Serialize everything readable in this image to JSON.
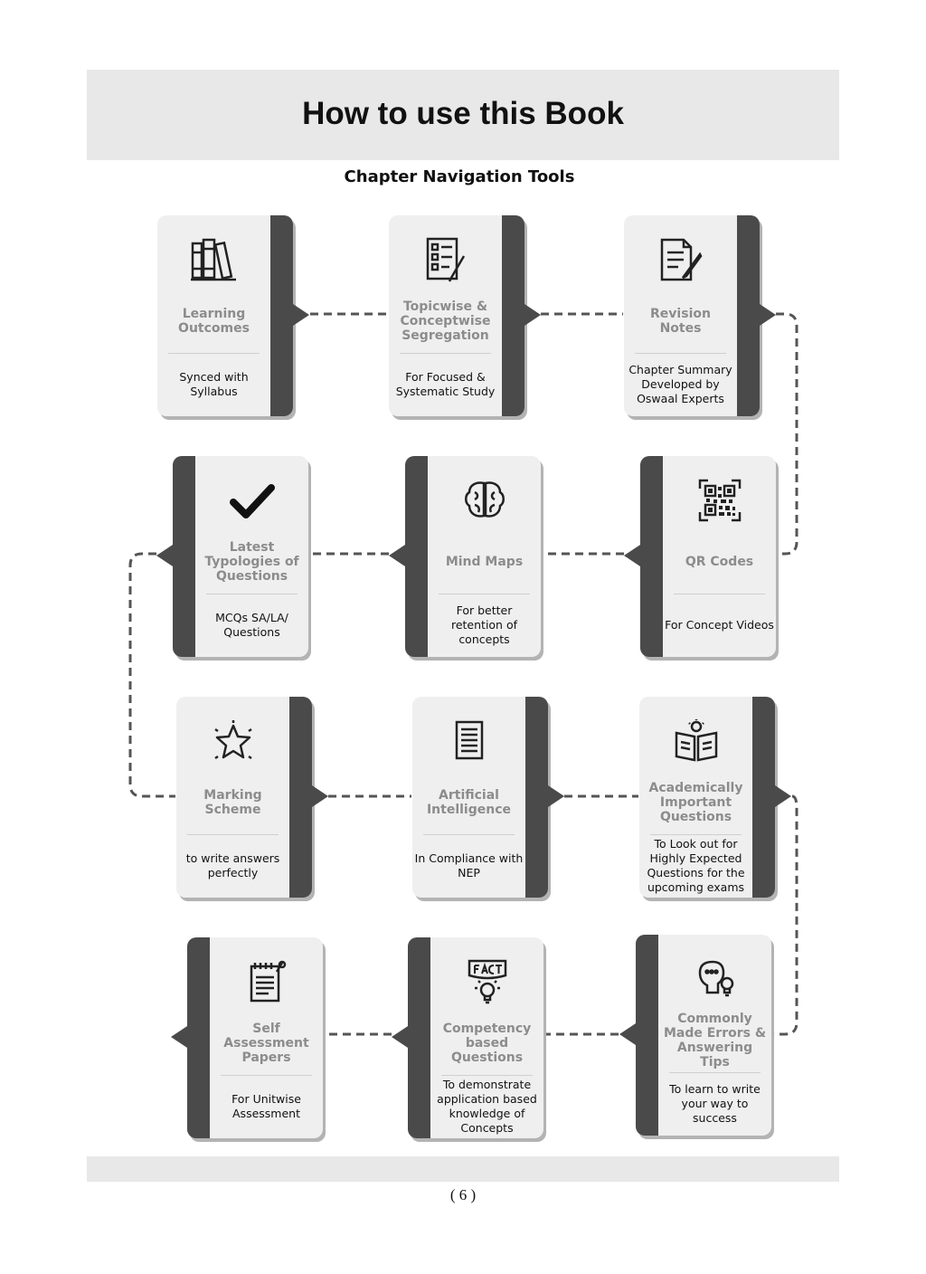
{
  "header": {
    "title": "How to use this Book",
    "subtitle": "Chapter Navigation Tools"
  },
  "cards": [
    {
      "label": "Learning Outcomes",
      "desc": "Synced with Syllabus",
      "icon": "books-icon"
    },
    {
      "label": "Topicwise & Conceptwise Segregation",
      "desc": "For Focused & Systematic Study",
      "icon": "checklist-icon"
    },
    {
      "label": "Revision Notes",
      "desc": "Chapter Summary Developed by Oswaal Experts",
      "icon": "notes-pen-icon"
    },
    {
      "label": "Latest Typologies of Questions",
      "desc": "MCQs SA/LA/ Questions",
      "icon": "check-mark-icon"
    },
    {
      "label": "Mind Maps",
      "desc": "For better retention of concepts",
      "icon": "brain-icon"
    },
    {
      "label": "QR Codes",
      "desc": "For Concept Videos",
      "icon": "qr-code-icon"
    },
    {
      "label": "Marking Scheme",
      "desc": "to write answers perfectly",
      "icon": "star-icon"
    },
    {
      "label": "Artificial Intelligence",
      "desc": "In Compliance with NEP",
      "icon": "document-icon"
    },
    {
      "label": "Academically Important Questions",
      "desc": "To Look out for Highly Expected Questions for the upcoming exams",
      "icon": "open-book-bulb-icon"
    },
    {
      "label": "Self Assessment Papers",
      "desc": "For Unitwise Assessment",
      "icon": "notepad-icon"
    },
    {
      "label": "Competency based Questions",
      "desc": "To demonstrate application based knowledge of Concepts",
      "icon": "fact-bulb-icon"
    },
    {
      "label": "Commonly Made Errors & Answering Tips",
      "desc": "To learn to write your way to success",
      "icon": "head-bulb-icon"
    }
  ],
  "footer": {
    "page_number": "( 6 )"
  }
}
